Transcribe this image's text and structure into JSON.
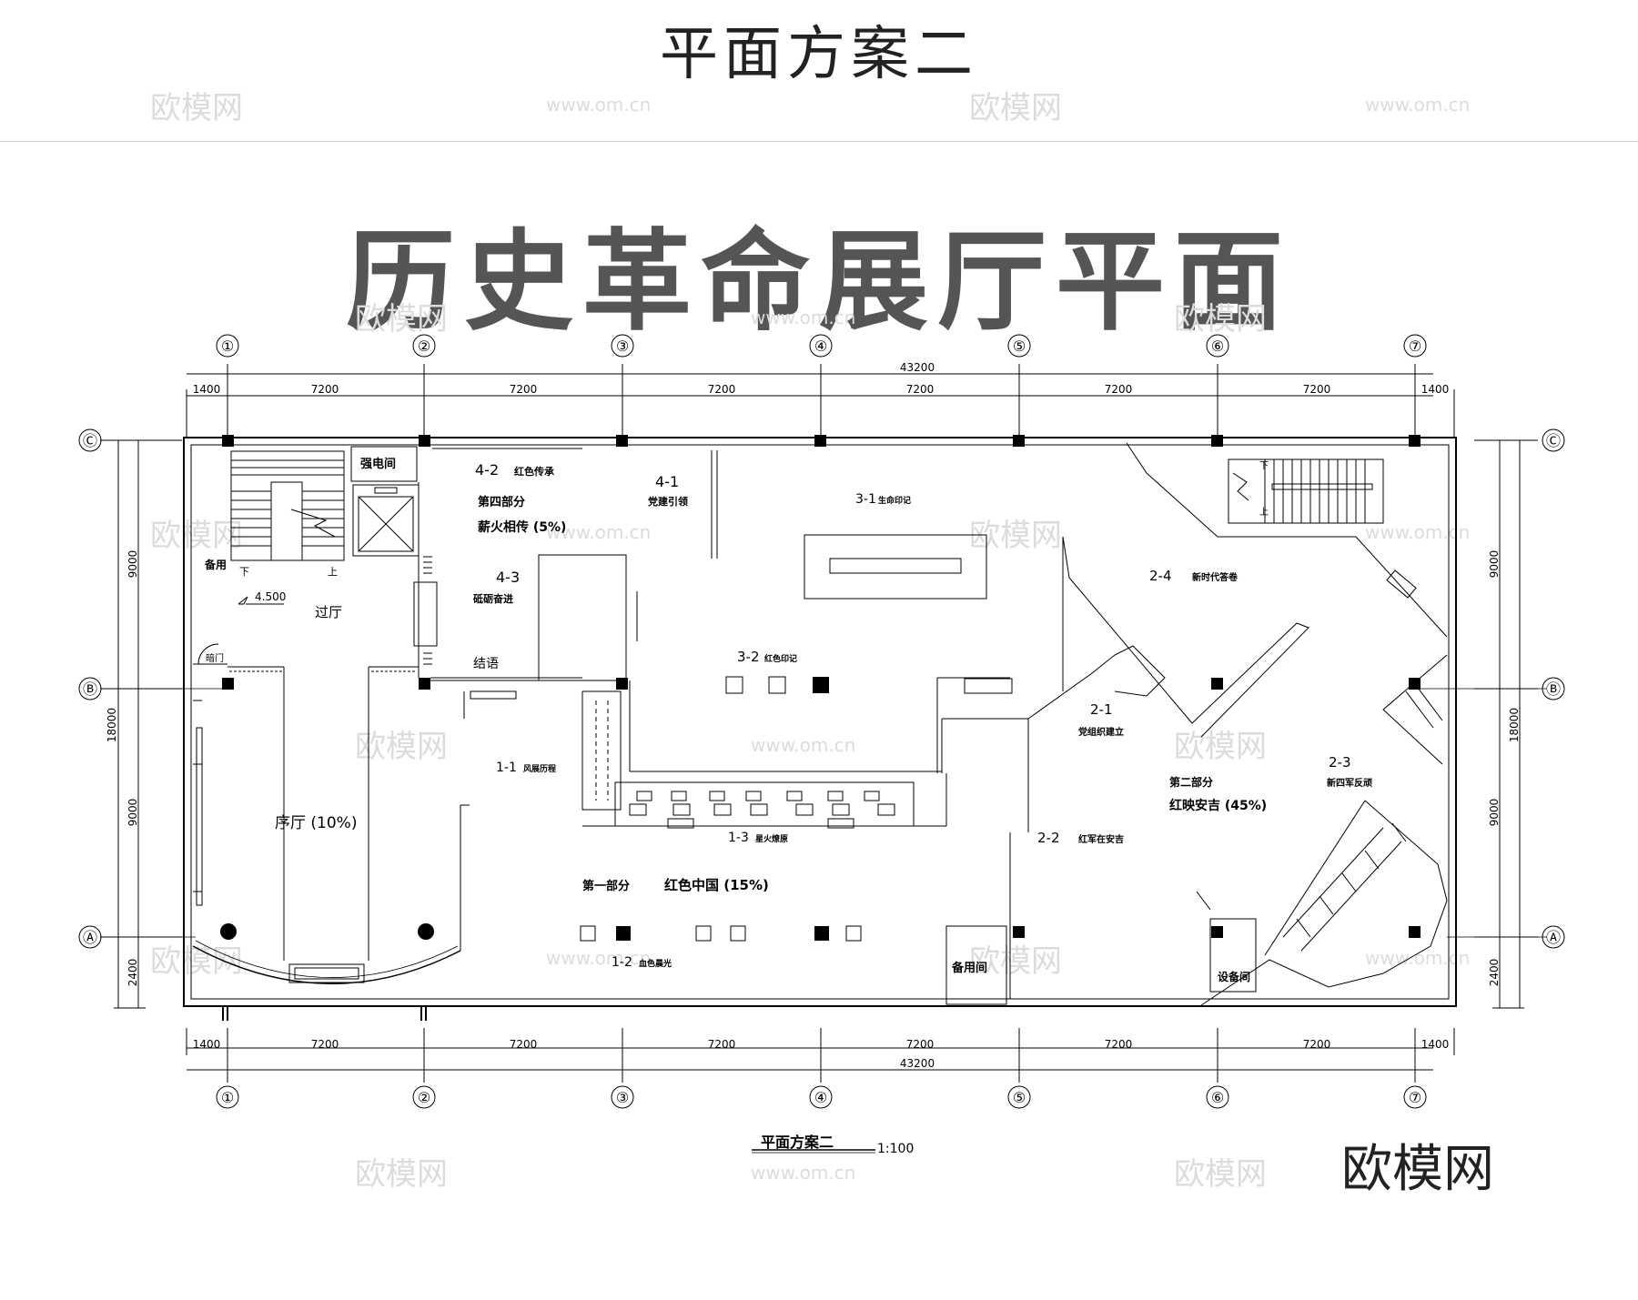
{
  "page": {
    "top_title": "平面方案二",
    "main_title": "历史革命展厅平面",
    "caption": "平面方案二",
    "scale": "1:100",
    "brand": "欧模网",
    "watermark_text": "欧模网",
    "watermark_url": "www.om.cn"
  },
  "grid": {
    "columns": [
      "①",
      "②",
      "③",
      "④",
      "⑤",
      "⑥",
      "⑦"
    ],
    "rows": [
      "Ⓒ",
      "Ⓑ",
      "Ⓐ"
    ]
  },
  "dimensions": {
    "total_width": "43200",
    "bays": [
      "1400",
      "7200",
      "7200",
      "7200",
      "7200",
      "7200",
      "7200",
      "1400"
    ],
    "total_depth": "18000",
    "row_bays": [
      "9000",
      "9000",
      "2400"
    ]
  },
  "rooms": {
    "electric": "强电间",
    "lobby": "过厅",
    "spare_left": "备用",
    "level": "4.500",
    "down": "下",
    "up": "上",
    "hidden_door": "暗门",
    "conclusion": "结语",
    "spare_room": "备用间",
    "equipment_room": "设备间"
  },
  "zones": {
    "z4_2": "4-2",
    "z4_2_name": "红色传承",
    "part4": "第四部分",
    "part4_title": "薪火相传 (5%)",
    "z4_1": "4-1",
    "z4_1_name": "党建引领",
    "z4_3": "4-3",
    "z4_3_name": "砥砺奋进",
    "z3_1": "3-1",
    "z3_1_name": "生命印记",
    "z3_2": "3-2",
    "z3_2_name": "红色印记",
    "z2_4": "2-4",
    "z2_4_name": "新时代答卷",
    "z2_1": "2-1",
    "z2_1_name": "党组织建立",
    "part2": "第二部分",
    "part2_title": "红映安吉 (45%)",
    "z2_3": "2-3",
    "z2_3_name": "新四军反顽",
    "z2_2": "2-2",
    "z2_2_name": "红军在安吉",
    "z1_1": "1-1",
    "z1_1_name": "风展历程",
    "z1_2": "1-2",
    "z1_2_name": "血色晨光",
    "z1_3": "1-3",
    "z1_3_name": "星火燎原",
    "part1": "第一部分",
    "part1_title": "红色中国 (15%)",
    "preface": "序厅 (10%)"
  }
}
